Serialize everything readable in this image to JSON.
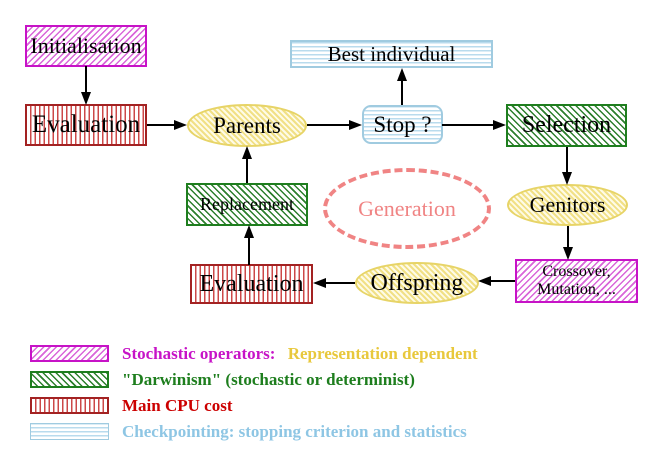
{
  "nodes": {
    "initialisation": "Initialisation",
    "evaluation_top": "Evaluation",
    "parents": "Parents",
    "best_individual": "Best individual",
    "stop": "Stop ?",
    "selection": "Selection",
    "replacement": "Replacement",
    "generation": "Generation",
    "genitors": "Genitors",
    "evaluation_bottom": "Evaluation",
    "offspring": "Offspring",
    "crossover_line1": "Crossover,",
    "crossover_line2": "Mutation, ..."
  },
  "legend": {
    "stochastic": {
      "label": "Stochastic operators:",
      "note": "Representation dependent"
    },
    "darwinism": {
      "label": "\"Darwinism\" (stochastic or determinist)"
    },
    "cpu": {
      "label": "Main CPU cost"
    },
    "checkpointing": {
      "label": "Checkpointing: stopping criterion and statistics"
    }
  },
  "colors": {
    "magenta": "#c713c7",
    "green": "#1e7e1e",
    "red_border": "#a32222",
    "red_text": "#cc0000",
    "cyan": "#a0cbe0",
    "cyan_text": "#8ec6e4",
    "yellow_border": "#e7d467",
    "gold_text": "#e8c83c",
    "salmon": "#f08484",
    "arrow": "#000000"
  }
}
